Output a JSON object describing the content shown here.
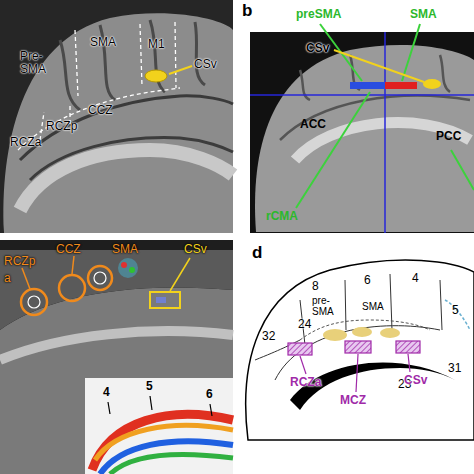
{
  "diagram": {
    "labels": [
      "Pre-SMA",
      "SMA",
      "M1",
      "CSv",
      "CCZ",
      "RCZp",
      "RCZa",
      "b",
      "preSMA",
      "SMA",
      "CSv",
      "ACC",
      "PCC",
      "rCMA",
      "CCZ",
      "SMA",
      "CSv",
      "RCZp",
      "a",
      "4",
      "5",
      "6",
      "d",
      "8",
      "6",
      "4",
      "pre-SMA",
      "SMA",
      "5",
      "32",
      "24",
      "23",
      "31",
      "RCZa",
      "MCZ",
      "CSv"
    ]
  }
}
